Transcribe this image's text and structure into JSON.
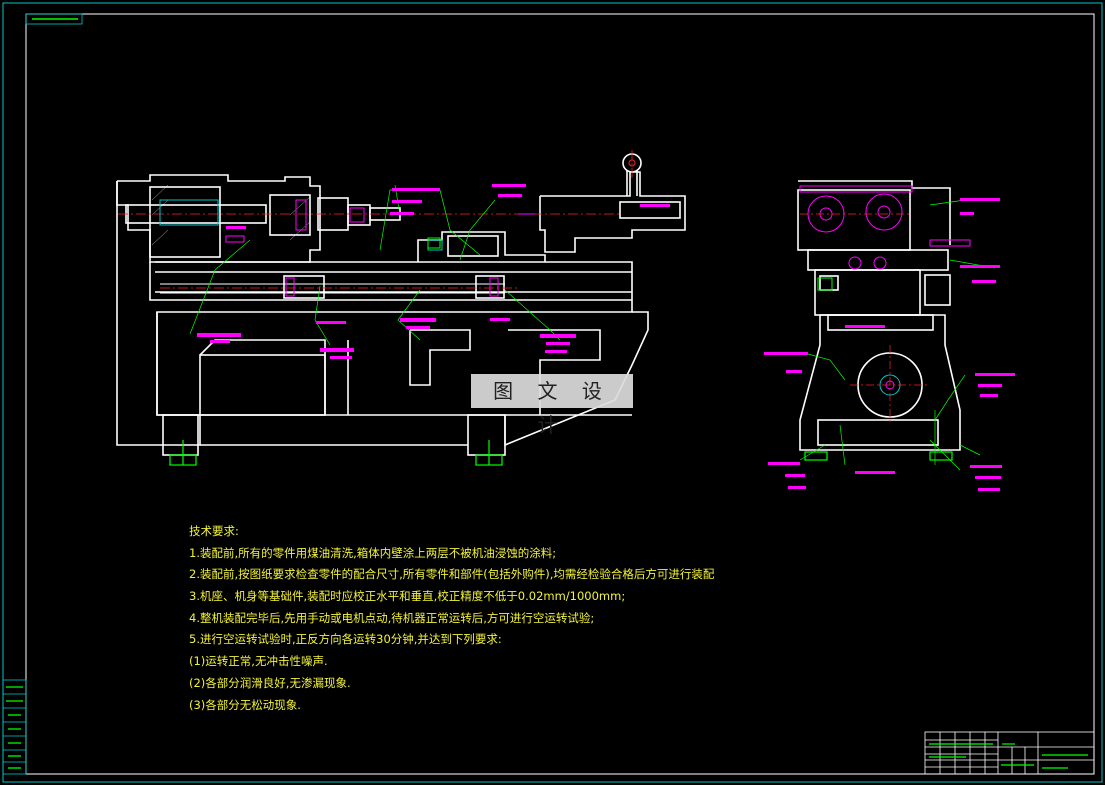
{
  "drawing": {
    "watermark": "图 文 设 计",
    "technical_requirements": {
      "heading": "技术要求:",
      "items": [
        "1.装配前,所有的零件用煤油清洗,箱体内壁涂上两层不被机油浸蚀的涂料;",
        "2.装配前,按图纸要求检查零件的配合尺寸,所有零件和部件(包括外购件),均需经检验合格后方可进行装配",
        "3.机座、机身等基础件,装配时应校正水平和垂直,校正精度不低于0.02mm/1000mm;",
        "4.整机装配完毕后,先用手动或电机点动,待机器正常运转后,方可进行空运转试验;",
        "5.进行空运转试验时,正反方向各运转30分钟,并达到下列要求:",
        "(1)运转正常,无冲击性噪声.",
        "(2)各部分润滑良好,无渗漏现象.",
        "(3)各部分无松动现象."
      ]
    }
  },
  "colors": {
    "background": "#000000",
    "frame": "#00c8c8",
    "outline": "#ffffff",
    "text": "#f2f23a",
    "annotation": "#ff00ff",
    "leader": "#00ff00",
    "centerline": "#ff2020"
  }
}
